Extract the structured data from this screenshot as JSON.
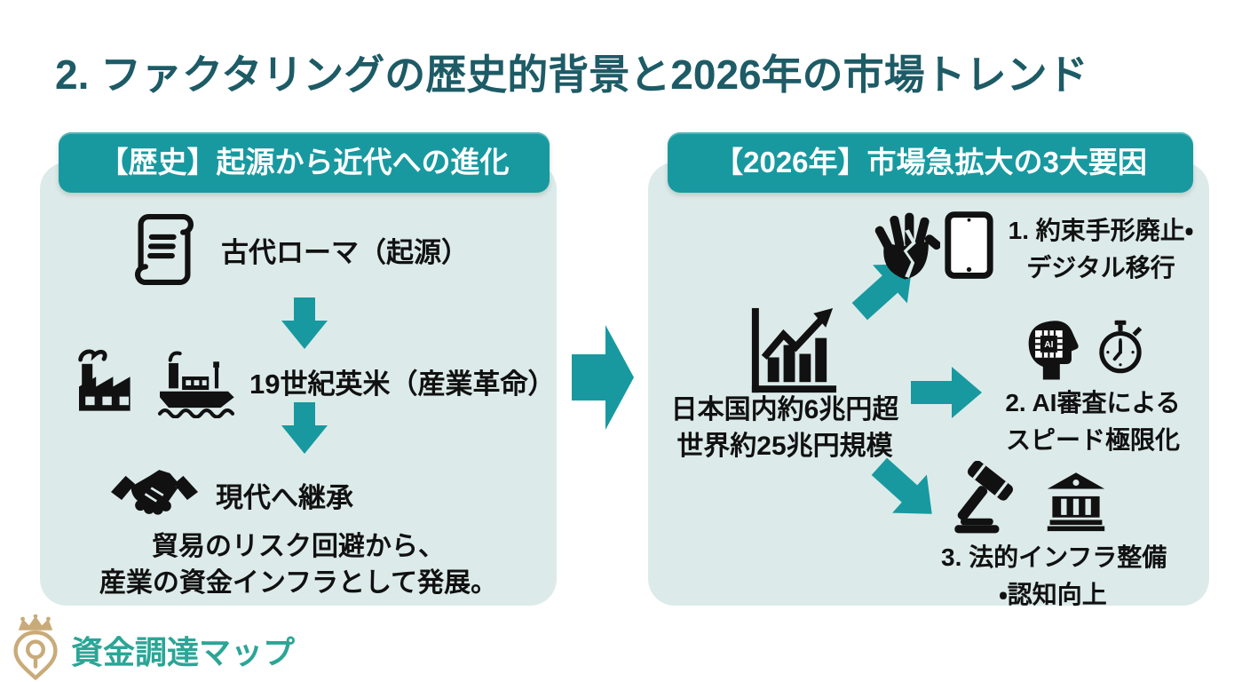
{
  "title": "2. ファクタリングの歴史的背景と2026年の市場トレンド",
  "colors": {
    "teal": "#1899A0",
    "panel-bg": "#DCEBE9",
    "title-color": "#1D5B66",
    "ink": "#111111",
    "gold": "#C9AB79",
    "logo-text": "#2BA596"
  },
  "left_panel": {
    "header": "【歴史】起源から近代への進化",
    "steps": [
      {
        "icon": "scroll-icon",
        "label": "古代ローマ（起源）"
      },
      {
        "icon": "factory-icon, ship-icon",
        "label": "19世紀英米（産業革命）"
      },
      {
        "icon": "handshake-icon",
        "label": "現代へ継承"
      }
    ],
    "summary_line1": "貿易のリスク回避から、",
    "summary_line2": "産業の資金インフラとして発展。"
  },
  "right_panel": {
    "header": "【2026年】市場急拡大の3大要因",
    "market_size": {
      "icon": "growth-chart-icon",
      "line1": "日本国内約6兆円超",
      "line2": "世界約25兆円規模"
    },
    "factors": [
      {
        "icons": "broken-hand-icon, tablet-icon",
        "line1": "1. 約束手形廃止・",
        "line2": "デジタル移行"
      },
      {
        "icons": "ai-head-icon, stopwatch-icon",
        "line1": "2. AI審査による",
        "line2": "スピード極限化"
      },
      {
        "icons": "gavel-icon, bank-icon",
        "line1": "3. 法的インフラ整備",
        "line2": "・認知向上"
      }
    ]
  },
  "ai_chip_label": "AI",
  "logo": {
    "text": "資金調達マップ"
  }
}
